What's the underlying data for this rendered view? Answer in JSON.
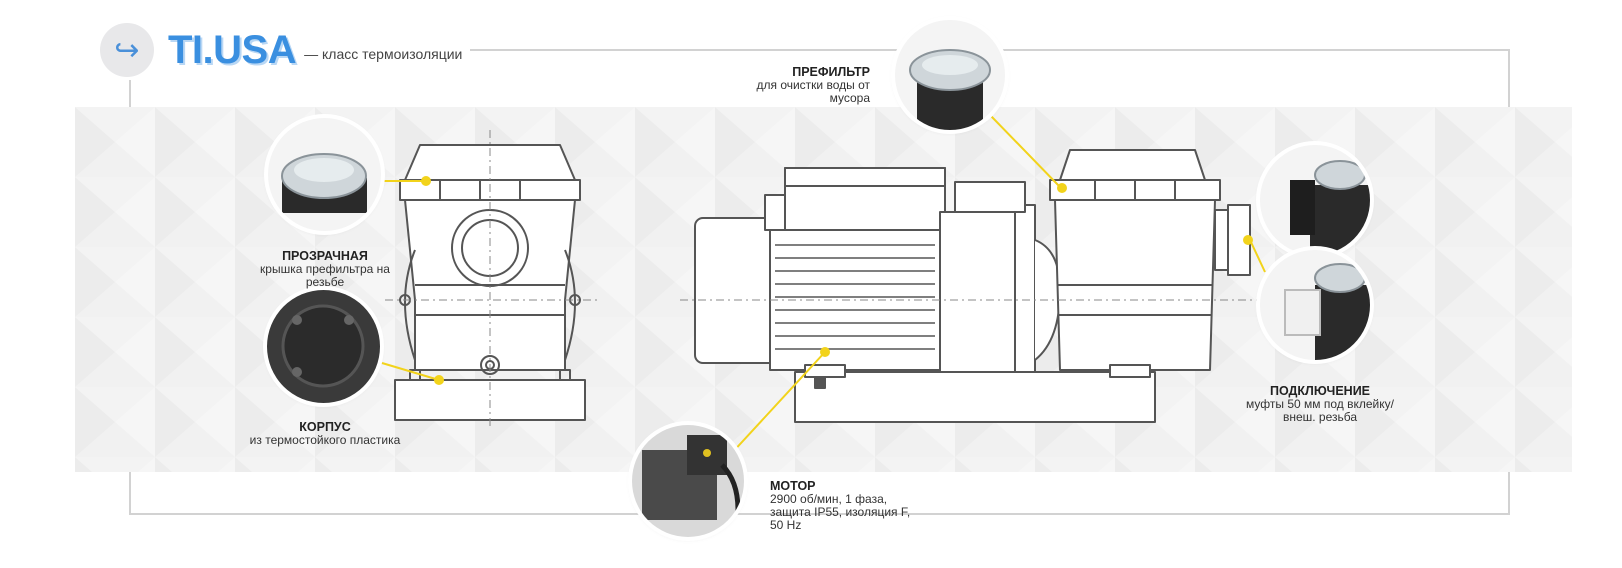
{
  "brand": {
    "icon": "arrow-return-icon",
    "logo": "TI.USA",
    "tagline": "— класс термоизоляции"
  },
  "colors": {
    "accent": "#3a8fe0",
    "callout": "#f2d31b",
    "line": "#555555"
  },
  "callouts": [
    {
      "id": "lid",
      "title": "ПРОЗРАЧНАЯ",
      "desc": [
        "крышка префильтра на",
        "резьбе"
      ]
    },
    {
      "id": "body",
      "title": "КОРПУС",
      "desc": [
        "из термостойкого пластика"
      ]
    },
    {
      "id": "prefilter",
      "title": "ПРЕФИЛЬТР",
      "desc": [
        "для очистки воды от",
        "мусора"
      ]
    },
    {
      "id": "motor",
      "title": "МОТОР",
      "desc": [
        "2900 об/мин, 1 фаза,",
        "защита IP55, изоляция F,",
        "50 Hz"
      ]
    },
    {
      "id": "coupling",
      "title": "ПОДКЛЮЧЕНИЕ",
      "desc": [
        "муфты 50 мм под вклейку/",
        "внеш. резьба"
      ]
    }
  ]
}
